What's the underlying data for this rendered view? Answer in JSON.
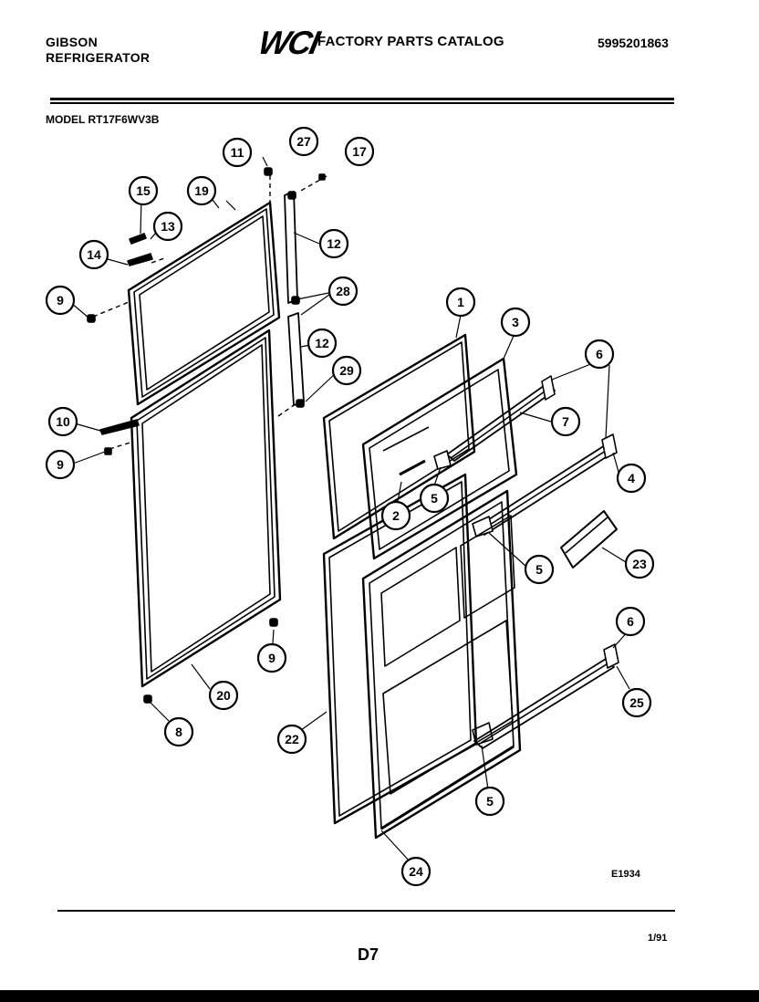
{
  "header": {
    "brand_line1": "GIBSON",
    "brand_line2": "REFRIGERATOR",
    "logo": "WCI",
    "catalog_title": "FACTORY PARTS CATALOG",
    "part_number": "5995201863",
    "model": "MODEL RT17F6WV3B"
  },
  "footer": {
    "figure_id": "E1934",
    "page_code": "D7",
    "date": "1/91"
  },
  "callouts": [
    {
      "id": "c11a",
      "label": "11"
    },
    {
      "id": "c27",
      "label": "27"
    },
    {
      "id": "c17",
      "label": "17"
    },
    {
      "id": "c15",
      "label": "15"
    },
    {
      "id": "c19",
      "label": "19"
    },
    {
      "id": "c13",
      "label": "13"
    },
    {
      "id": "c12a",
      "label": "12"
    },
    {
      "id": "c14",
      "label": "14"
    },
    {
      "id": "c9a",
      "label": "9"
    },
    {
      "id": "c28",
      "label": "28"
    },
    {
      "id": "c12b",
      "label": "12"
    },
    {
      "id": "c29",
      "label": "29"
    },
    {
      "id": "c10",
      "label": "10"
    },
    {
      "id": "c9b",
      "label": "9"
    },
    {
      "id": "c1",
      "label": "1"
    },
    {
      "id": "c3",
      "label": "3"
    },
    {
      "id": "c6a",
      "label": "6"
    },
    {
      "id": "c7",
      "label": "7"
    },
    {
      "id": "c4",
      "label": "4"
    },
    {
      "id": "c5a",
      "label": "5"
    },
    {
      "id": "c2",
      "label": "2"
    },
    {
      "id": "c5b",
      "label": "5"
    },
    {
      "id": "c23",
      "label": "23"
    },
    {
      "id": "c9c",
      "label": "9"
    },
    {
      "id": "c20",
      "label": "20"
    },
    {
      "id": "c8",
      "label": "8"
    },
    {
      "id": "c6b",
      "label": "6"
    },
    {
      "id": "c25",
      "label": "25"
    },
    {
      "id": "c22",
      "label": "22"
    },
    {
      "id": "c5c",
      "label": "5"
    },
    {
      "id": "c24",
      "label": "24"
    }
  ]
}
